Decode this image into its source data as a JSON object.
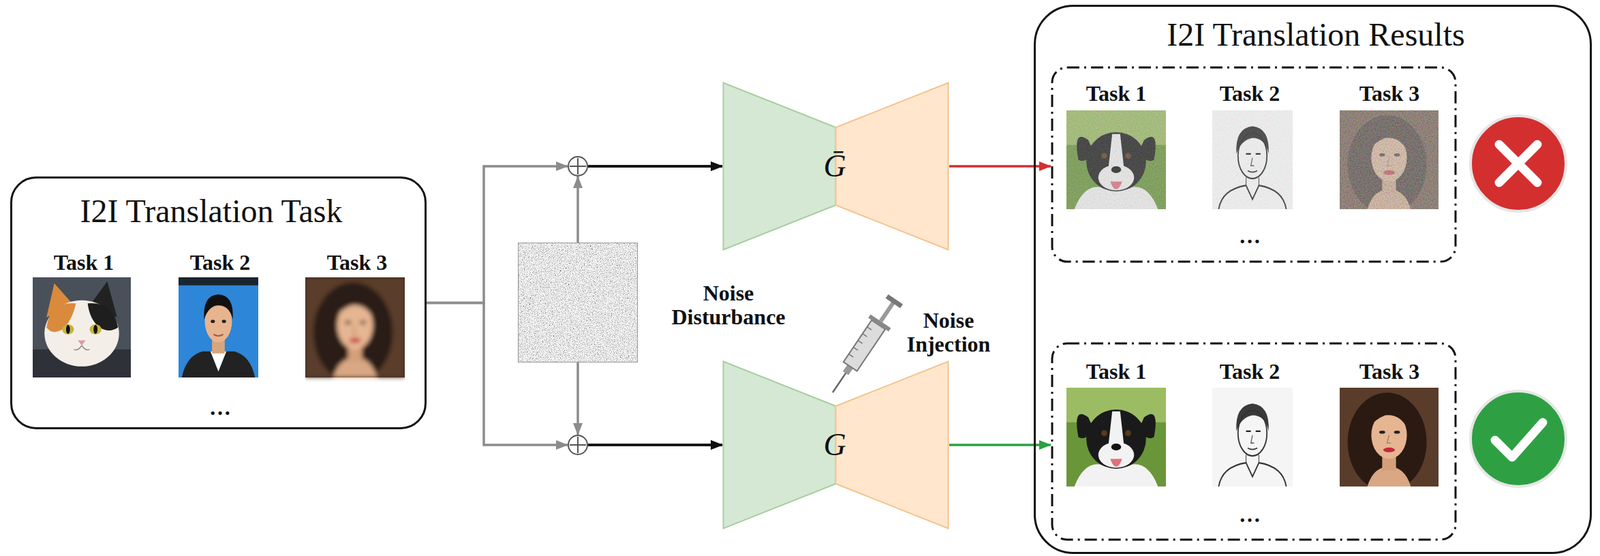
{
  "diagram": {
    "nodes": [
      {
        "text": [
          "I2I Translation Task",
          "Task 1",
          "Task 2",
          "Task 3",
          "…"
        ]
      },
      {
        "text": [
          "Noise Disturbance"
        ]
      },
      {
        "text": [
          "Ḡ"
        ]
      },
      {
        "text": [
          "G"
        ]
      },
      {
        "text": [
          "I2I Translation Results"
        ]
      },
      {
        "text": [
          "Task 1",
          "Task 2",
          "Task 3",
          "…"
        ],
        "in": 4
      },
      {
        "text": [
          "Task 1",
          "Task 2",
          "Task 3",
          "…"
        ],
        "in": 4
      }
    ],
    "edges": [
      {
        "from": 0,
        "to": 2,
        "arrow": "to"
      },
      {
        "from": 0,
        "to": 3,
        "arrow": "to"
      },
      {
        "from": 1,
        "to": 2,
        "arrow": "to"
      },
      {
        "from": 1,
        "to": 3,
        "arrow": "to"
      },
      {
        "from": 2,
        "to": 5,
        "arrow": "to"
      },
      {
        "from": 3,
        "to": 6,
        "arrow": "to"
      }
    ],
    "labels": [
      "Noise Injection"
    ]
  }
}
